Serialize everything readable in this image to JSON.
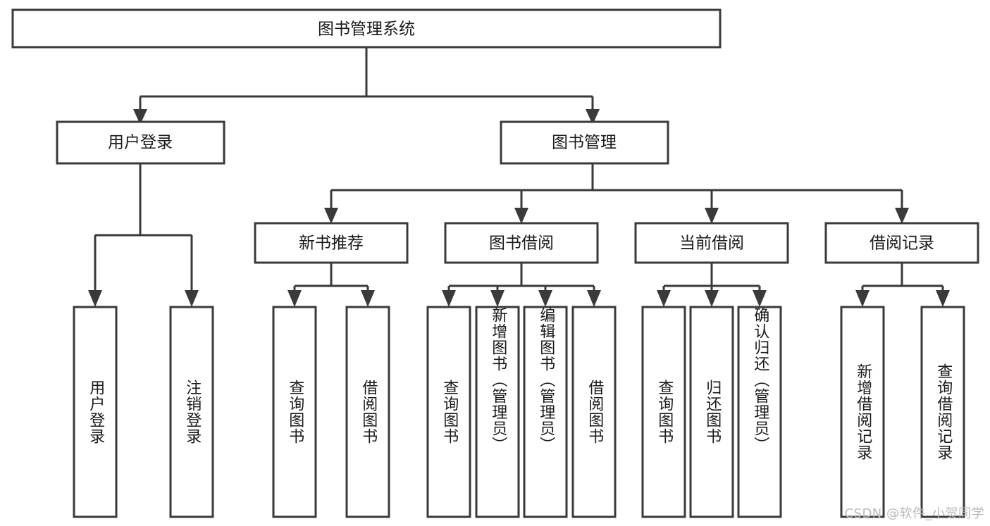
{
  "diagram": {
    "type": "tree-hierarchy-chart",
    "title": "图书管理系统",
    "orientation": "top-down",
    "colors": {
      "box_fill": "#ffffff",
      "box_stroke": "#3a3a3a",
      "text": "#1a1a1a",
      "watermark": "#b9b9b9",
      "background": "#ffffff"
    },
    "levels": {
      "root": {
        "label": "图书管理系统"
      },
      "level2": [
        {
          "id": "user-login",
          "label": "用户登录"
        },
        {
          "id": "book-management",
          "label": "图书管理"
        }
      ],
      "level3": [
        {
          "id": "new-book-recommend",
          "label": "新书推荐",
          "parent": "book-management"
        },
        {
          "id": "book-borrow",
          "label": "图书借阅",
          "parent": "book-management"
        },
        {
          "id": "current-borrow",
          "label": "当前借阅",
          "parent": "book-management"
        },
        {
          "id": "borrow-record",
          "label": "借阅记录",
          "parent": "book-management"
        }
      ],
      "leaves": [
        {
          "id": "leaf-user-login",
          "label": "用户登录",
          "parent": "user-login"
        },
        {
          "id": "leaf-logout-login",
          "label": "注销登录",
          "parent": "user-login"
        },
        {
          "id": "leaf-query-book-1",
          "label": "查询图书",
          "parent": "new-book-recommend"
        },
        {
          "id": "leaf-borrow-book-1",
          "label": "借阅图书",
          "parent": "new-book-recommend"
        },
        {
          "id": "leaf-query-book-2",
          "label": "查询图书",
          "parent": "book-borrow"
        },
        {
          "id": "leaf-add-book",
          "label": "新增图书（管理员）",
          "parent": "book-borrow"
        },
        {
          "id": "leaf-edit-book",
          "label": "编辑图书（管理员）",
          "parent": "book-borrow"
        },
        {
          "id": "leaf-borrow-book-2",
          "label": "借阅图书",
          "parent": "book-borrow"
        },
        {
          "id": "leaf-query-book-3",
          "label": "查询图书",
          "parent": "current-borrow"
        },
        {
          "id": "leaf-return-book",
          "label": "归还图书",
          "parent": "current-borrow"
        },
        {
          "id": "leaf-confirm-return",
          "label": "确认归还（管理员）",
          "parent": "current-borrow"
        },
        {
          "id": "leaf-add-record",
          "label": "新增借阅记录",
          "parent": "borrow-record"
        },
        {
          "id": "leaf-query-record",
          "label": "查询借阅记录",
          "parent": "borrow-record"
        }
      ]
    }
  },
  "watermark": {
    "text": "CSDN @软件_小贺同学"
  }
}
